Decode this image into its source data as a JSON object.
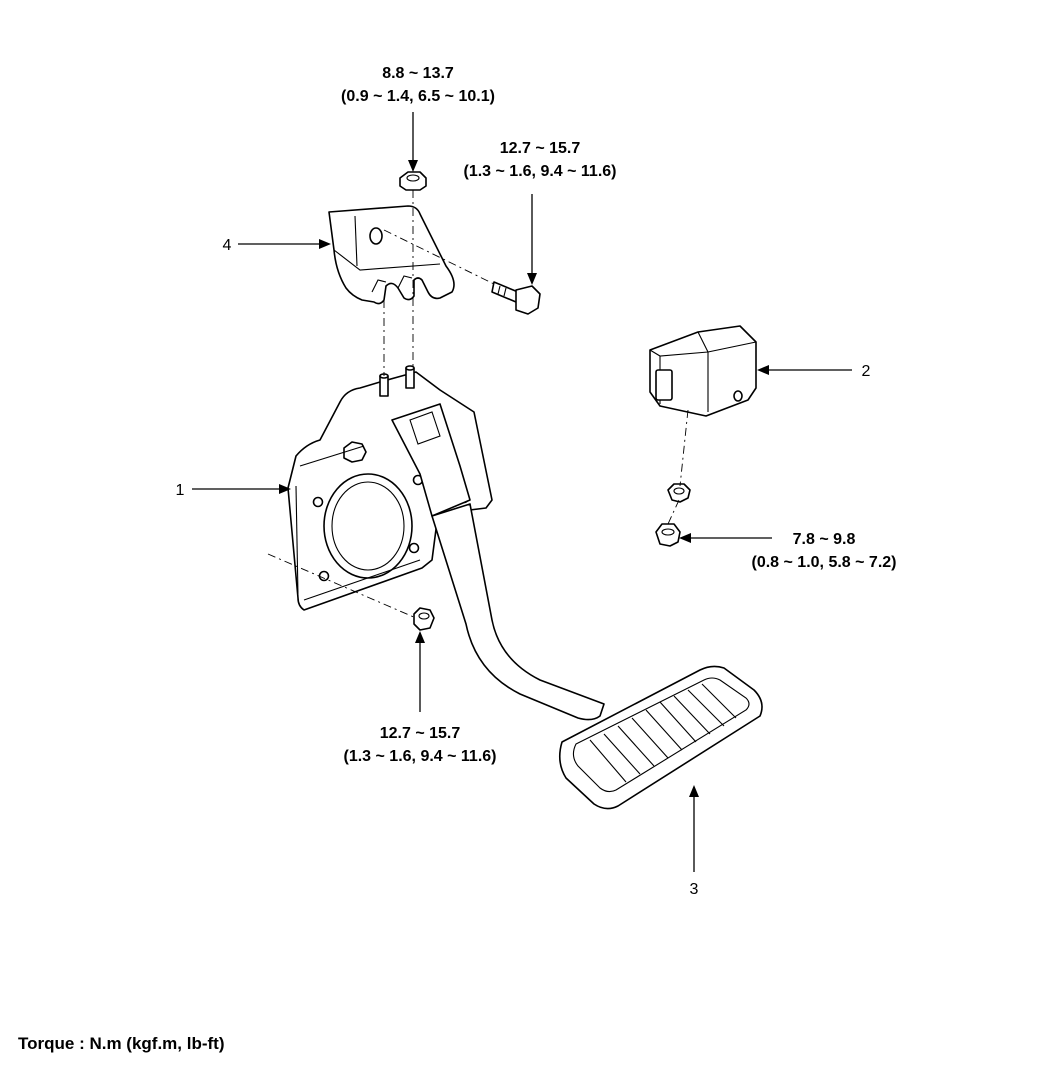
{
  "callouts": [
    {
      "id": "1",
      "label": "1"
    },
    {
      "id": "2",
      "label": "2"
    },
    {
      "id": "3",
      "label": "3"
    },
    {
      "id": "4",
      "label": "4"
    }
  ],
  "torques": [
    {
      "line1": "8.8 ~ 13.7",
      "line2": "(0.9 ~ 1.4, 6.5 ~ 10.1)"
    },
    {
      "line1": "12.7 ~ 15.7",
      "line2": "(1.3 ~ 1.6, 9.4 ~ 11.6)"
    },
    {
      "line1": "7.8 ~ 9.8",
      "line2": "(0.8 ~ 1.0, 5.8 ~ 7.2)"
    },
    {
      "line1": "12.7 ~ 15.7",
      "line2": "(1.3 ~ 1.6, 9.4 ~ 11.6)"
    }
  ],
  "legend": "Torque : N.m (kgf.m, lb-ft)"
}
